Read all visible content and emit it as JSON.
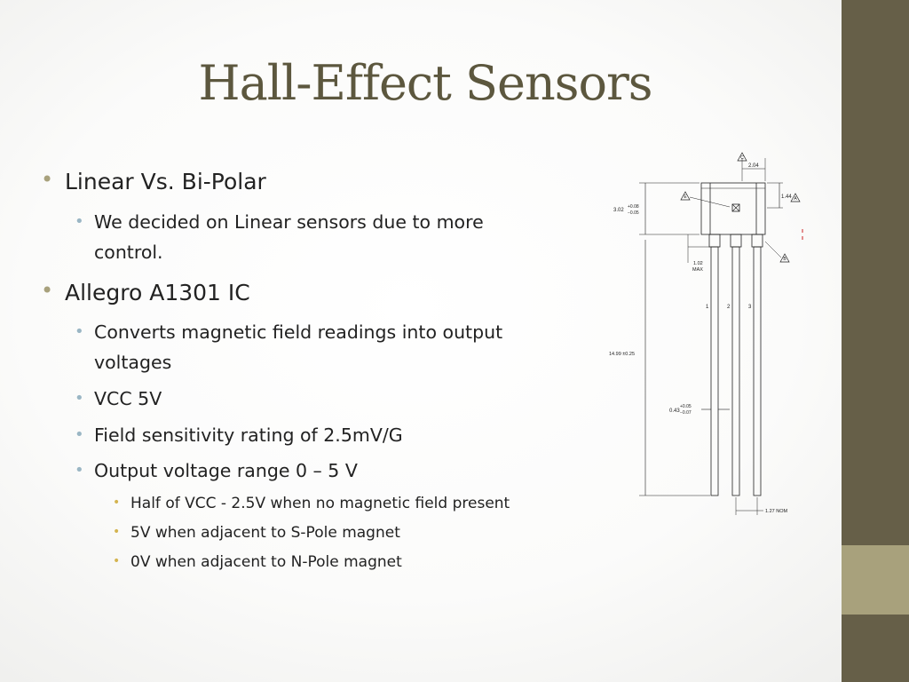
{
  "slide": {
    "title": "Hall-Effect Sensors",
    "bullets": [
      {
        "text": "Linear Vs. Bi-Polar"
      },
      {
        "text": "We decided on Linear sensors due to more control."
      },
      {
        "text": "Allegro A1301 IC"
      },
      {
        "text": "Converts magnetic field readings into output voltages"
      },
      {
        "text": "VCC 5V"
      },
      {
        "text": "Field sensitivity rating of 2.5mV/G"
      },
      {
        "text": "Output voltage range 0 – 5 V"
      },
      {
        "text": "Half of VCC - 2.5V when no magnetic field present"
      },
      {
        "text": "5V  when adjacent to S-Pole magnet"
      },
      {
        "text": "0V when adjacent to N-Pole magnet"
      }
    ]
  },
  "diagram": {
    "dim_width": "2.04",
    "dim_height_right": "1.44",
    "dim_body_height": "3.02",
    "dim_body_tol_plus": "+0.08",
    "dim_body_tol_minus": "−0.05",
    "dim_lead_offset": "1.02",
    "dim_lead_offset_note": "MAX",
    "dim_lead_length": "14.99 ±0.25",
    "dim_lead_width": "0.43",
    "dim_lead_tol_plus": "+0.05",
    "dim_lead_tol_minus": "−0.07",
    "dim_pitch": "1.27 NOM",
    "pin1": "1",
    "pin2": "2",
    "pin3": "3",
    "datum_a": "A",
    "datum_b": "B",
    "datum_c": "C",
    "datum_e": "E"
  },
  "theme": {
    "sidebar_color": "#665f48",
    "sidebar_accent_color": "#a8a17c",
    "title_color": "#5c573e"
  }
}
